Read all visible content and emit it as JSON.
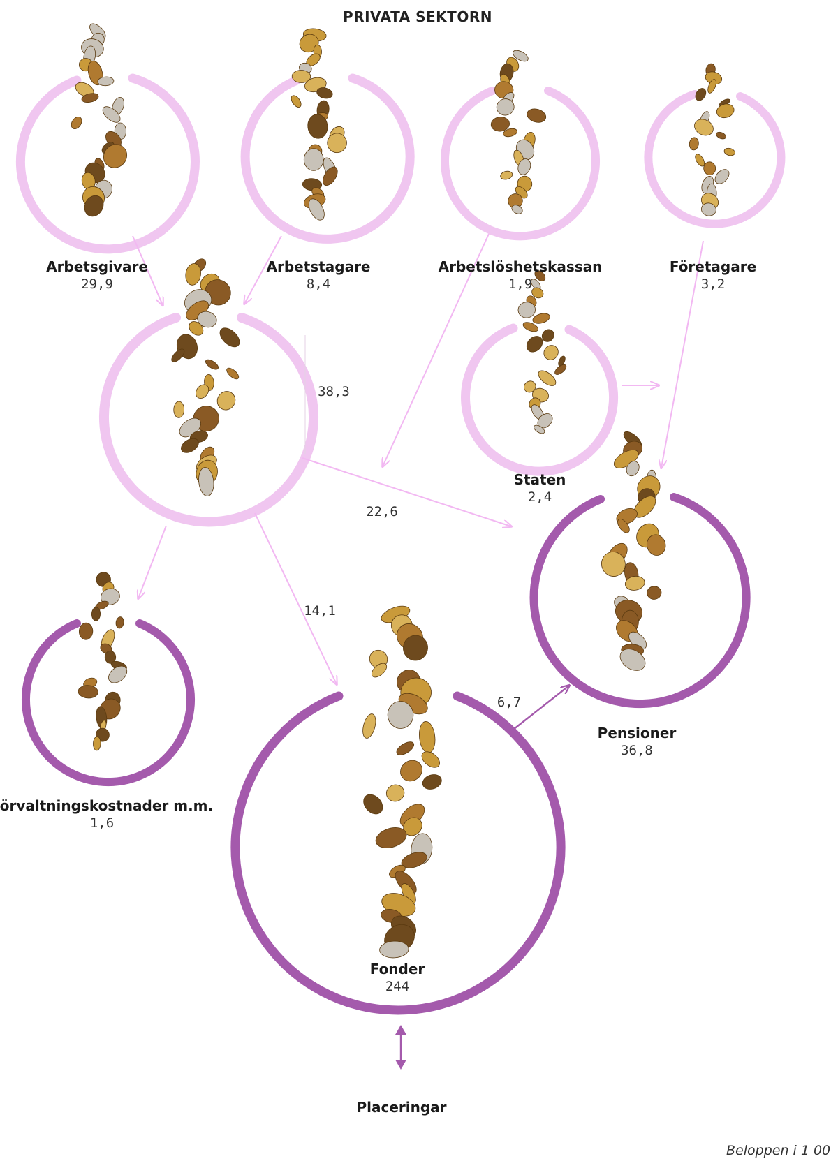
{
  "title": "PRIVATA SEKTORN",
  "nodes": {
    "arbetsgivare": {
      "name": "Arbetsgivare",
      "value": "29,9"
    },
    "arbetstagare": {
      "name": "Arbetstagare",
      "value": "8,4"
    },
    "arbetsloshetskassan": {
      "name": "Arbetslöshetskassan",
      "value": "1,9"
    },
    "foretagare": {
      "name": "Företagare",
      "value": "3,2"
    },
    "staten": {
      "name": "Staten",
      "value": "2,4"
    },
    "pensioner": {
      "name": "Pensioner",
      "value": "36,8"
    },
    "forvaltning": {
      "name": "Förvaltningskostnader m.m.",
      "value": "1,6"
    },
    "fonder": {
      "name": "Fonder",
      "value": "244"
    },
    "placeringar": {
      "name": "Placeringar"
    }
  },
  "flows": {
    "to_fonder_total": "38,3",
    "to_pensioner": "22,6",
    "to_fonder": "14,1",
    "fonder_to_pensioner": "6,7"
  },
  "footnote": "Beloppen i 1 00",
  "colors": {
    "light_ring": "#f0c6f0",
    "dark_ring": "#a45aac",
    "light_arrow": "#f2b8f2",
    "dark_arrow": "#a45aac",
    "coin_gold": "#c99a3a",
    "coin_bronze": "#8a5a25",
    "coin_silver": "#c8c2b8"
  },
  "icons": [
    "coin-stack-icon",
    "arrow-icon",
    "double-arrow-icon"
  ]
}
